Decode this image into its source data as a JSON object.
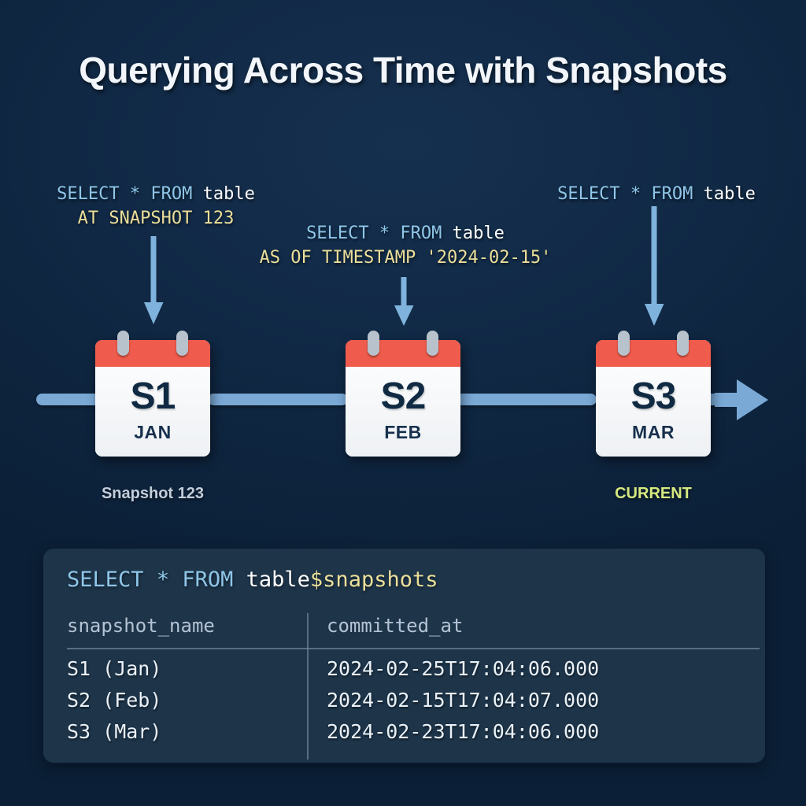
{
  "title": "Querying Across Time with Snapshots",
  "colors": {
    "background": "#0d2239",
    "panel": "#1d3449",
    "accent_blue": "#7aa9d6",
    "keyword": "#8fc6e8",
    "literal": "#ecdf9a",
    "identifier": "#ffffff",
    "calendar_top": "#ef5b4c",
    "calendar_body": "#f4f6f8",
    "current_label": "#d6e97f",
    "muted_label": "#c3cedb"
  },
  "annotations": [
    {
      "id": "snapshot-query",
      "line1": {
        "keyword1": "SELECT",
        "star": "*",
        "keyword2": "FROM",
        "identifier": "table"
      },
      "line2": {
        "literal": "AT SNAPSHOT 123"
      }
    },
    {
      "id": "timestamp-query",
      "line1": {
        "keyword1": "SELECT",
        "star": "*",
        "keyword2": "FROM",
        "identifier": "table"
      },
      "line2": {
        "literal": "AS OF TIMESTAMP '2024-02-15'"
      }
    },
    {
      "id": "current-query",
      "line1": {
        "keyword1": "SELECT",
        "star": "*",
        "keyword2": "FROM",
        "identifier": "table"
      },
      "line2": {
        "literal": ""
      }
    }
  ],
  "timeline": {
    "snapshots": [
      {
        "id": "s1",
        "label": "S1",
        "month": "JAN",
        "caption": "Snapshot 123",
        "caption_style": "muted"
      },
      {
        "id": "s2",
        "label": "S2",
        "month": "FEB",
        "caption": "",
        "caption_style": "muted"
      },
      {
        "id": "s3",
        "label": "S3",
        "month": "MAR",
        "caption": "CURRENT",
        "caption_style": "current"
      }
    ]
  },
  "panel": {
    "sql": {
      "keyword1": "SELECT",
      "star": "*",
      "keyword2": "FROM",
      "identifier": "table",
      "literal": "$snapshots"
    },
    "table": {
      "columns": [
        "snapshot_name",
        "committed_at"
      ],
      "rows": [
        {
          "snapshot_name": "S1 (Jan)",
          "committed_at": "2024-02-25T17:04:06.000"
        },
        {
          "snapshot_name": "S2 (Feb)",
          "committed_at": "2024-02-15T17:04:07.000"
        },
        {
          "snapshot_name": "S3 (Mar)",
          "committed_at": "2024-02-23T17:04:06.000"
        }
      ]
    }
  }
}
